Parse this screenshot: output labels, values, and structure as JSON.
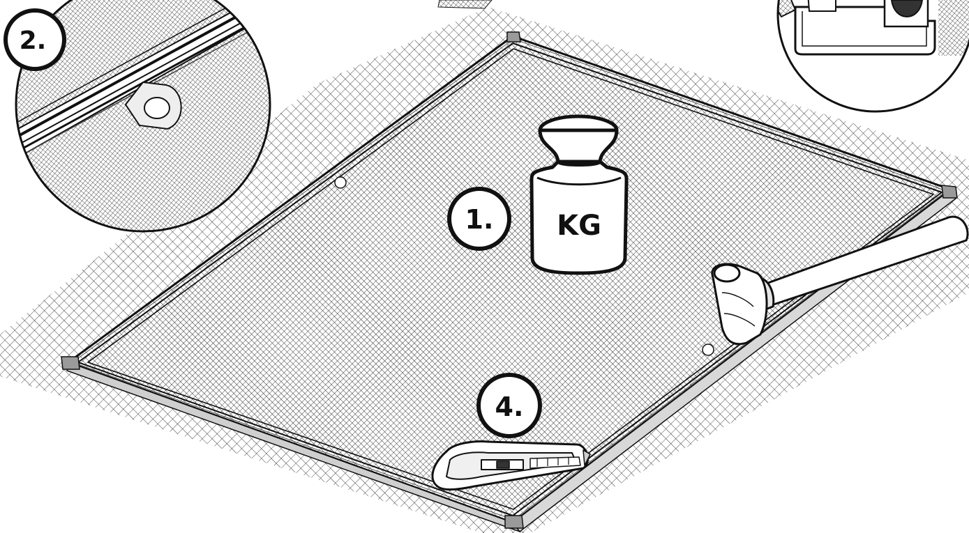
{
  "steps": {
    "one": "1.",
    "two": "2.",
    "four": "4."
  },
  "weight": {
    "label": "KG"
  },
  "colors": {
    "ink": "#111111",
    "mesh": "#3a3a3a",
    "paper": "#ffffff",
    "frame_face": "#cfcfcf"
  },
  "icons": [
    "weight-icon",
    "rubber-mallet-icon",
    "utility-knife-icon",
    "frame-profile-detail",
    "corner-tab-detail"
  ]
}
